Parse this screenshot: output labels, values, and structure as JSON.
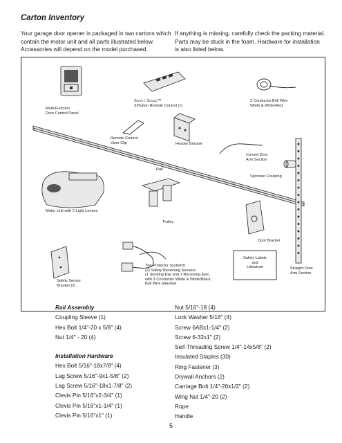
{
  "page": {
    "title": "Carton Inventory",
    "intro_left": "Your garage door opener is packaged in two cartons which contain the motor unit and all parts illustrated below. Accessories will depend on the model purchased.",
    "intro_right": "If anything is missing, carefully check the packing material. Parts may be stuck in the foam. Hardware for installation is also listed below.",
    "page_number": "5"
  },
  "figure": {
    "labels": {
      "door_panel_1": "Multi-Function",
      "door_panel_2": "Door Control Panel",
      "remote_1": "Safety Signal™",
      "remote_2": "3-Button Remote Control (1)",
      "bell_wire_1": "2 Conductor Bell Wire",
      "bell_wire_2": "White & White/Red",
      "visor_1": "Remote Control",
      "visor_2": "Visor Clip",
      "header_bracket": "Header Bracket",
      "curved_arm_1": "Curved Door",
      "curved_arm_2": "Arm Section",
      "rail": "Rail",
      "sprocket": "Sprocket Coupling",
      "motor": "Motor Unit with 2 Light Lenses",
      "trolley": "Trolley",
      "door_bracket": "Door Bracket",
      "sensor_bracket_1": "Safety Sensor",
      "sensor_bracket_2": "Bracket (2)",
      "protector_1": "The Protector System®",
      "protector_2": "(2) Safety Reversing Sensors",
      "protector_3": "(1 Sending Eye and 1 Receiving Eye)",
      "protector_4": "with 2-Conductor White & White/Black",
      "protector_5": "Bell Wire attached",
      "safety_labels_1": "Safety Labels",
      "safety_labels_2": "and",
      "safety_labels_3": "Literature",
      "straight_arm_1": "Straight Door",
      "straight_arm_2": "Arm Section"
    }
  },
  "hardware": {
    "rail_heading": "Rail Assembly",
    "rail_items": [
      "Coupling Sleeve (1)",
      "Hex Bolt 1/4\"-20 x 5/8\" (4)",
      "Nut 1/4\" - 20 (4)"
    ],
    "install_heading": "Installation Hardware",
    "install_items": [
      "Hex Bolt 5/16\"-18x7/8\" (4)",
      "Lag Screw 5/16\"-9x1-5/8\" (2)",
      "Lag Screw 5/16\"-18x1-7/8\" (2)",
      "Clevis Pin 5/16\"x2-3/4\" (1)",
      "Clevis Pin 5/16\"x1-1/4\" (1)",
      "Clevis Pin 5/16\"x1\" (1)"
    ],
    "right_items": [
      "Nut 5/16\"-18 (4)",
      "Lock Washer 5/16\" (4)",
      "Screw 6ABx1-1/4\" (2)",
      "Screw 6-32x1\" (2)",
      "Self-Threading Screw 1/4\"-14x5/8\" (2)",
      "Insulated Staples (30)",
      "Ring Fastener (3)",
      "Drywall Anchors (2)",
      "Carriage Bolt 1/4\"-20x1/2\" (2)",
      "Wing Nut 1/4\"-20 (2)",
      "Rope",
      "Handle"
    ]
  }
}
